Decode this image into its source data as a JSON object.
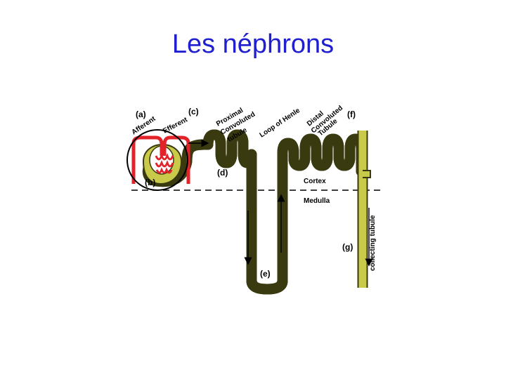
{
  "title": "Les néphrons",
  "diagram": {
    "labels": {
      "a": "(a)",
      "b": "(b)",
      "c": "(c)",
      "d": "(d)",
      "e": "(e)",
      "f": "(f)",
      "g": "(g)",
      "afferent": "Afferent",
      "efferent": "Efferent",
      "proximal_1": "Proximal",
      "proximal_2": "Convoluted",
      "proximal_3": "tubule",
      "loop": "Loop of Henle",
      "distal_1": "Distal",
      "distal_2": "Convoluted",
      "distal_3": "Tubule",
      "cortex": "Cortex",
      "medulla": "Medulla",
      "collecting": "collecting tubule"
    },
    "colors": {
      "tubule": "#c9c94a",
      "tubule_outline": "#3a3a10",
      "vessel": "#e3232a",
      "title": "#1f1fd0"
    }
  }
}
